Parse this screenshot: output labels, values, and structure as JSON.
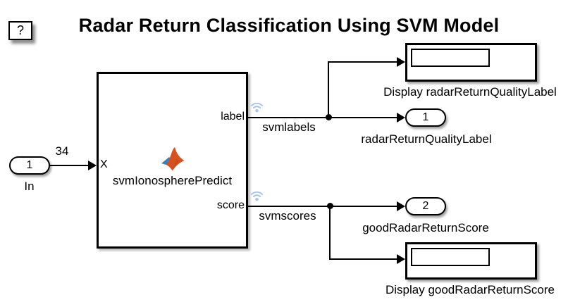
{
  "title": "Radar Return Classification Using SVM Model",
  "help": {
    "label": "?"
  },
  "inport": {
    "number": "1",
    "caption": "In"
  },
  "wire_in": {
    "dimension": "34"
  },
  "predict": {
    "port_x": "X",
    "name": "svmIonospherePredict",
    "port_label": "label",
    "port_score": "score"
  },
  "signals": {
    "labels": "svmlabels",
    "scores": "svmscores"
  },
  "displays": {
    "label": {
      "caption": "Display radarReturnQualityLabel",
      "value": ""
    },
    "score": {
      "caption": "Display goodRadarReturnScore",
      "value": ""
    }
  },
  "outports": {
    "label": {
      "number": "1",
      "caption": "radarReturnQualityLabel"
    },
    "score": {
      "number": "2",
      "caption": "goodRadarReturnScore"
    }
  },
  "icons": {
    "wireless": "wireless-signal-icon",
    "logo": "matlab-logo"
  },
  "colors": {
    "background": "#ffffff",
    "line": "#000000",
    "wireless": "#a6c4e5",
    "logo_orange": "#d6511d",
    "logo_dark_orange": "#a83a10",
    "logo_blue": "#3a80b9"
  }
}
